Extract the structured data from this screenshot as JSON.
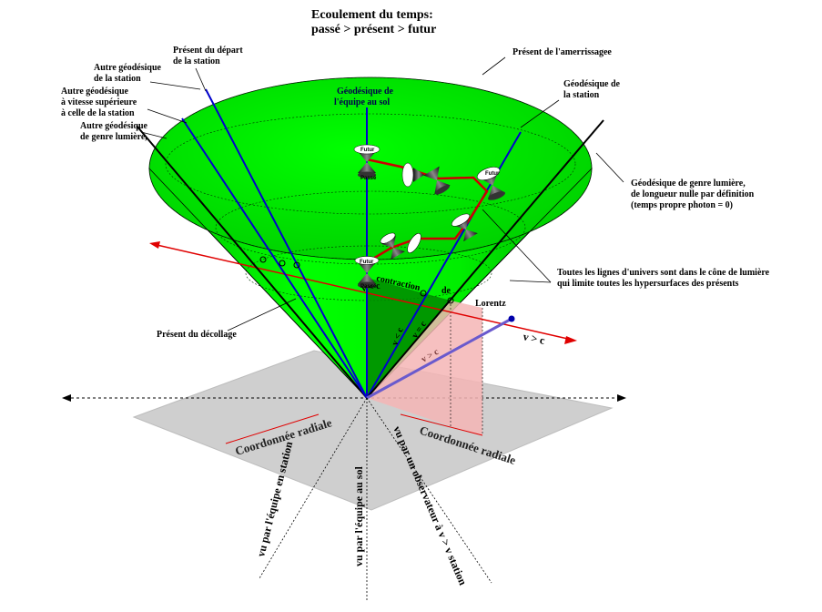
{
  "title": {
    "line1": "Ecoulement du temps:",
    "line2": "passé > présent > futur"
  },
  "labels": {
    "present_depart_l1": "Présent du départ",
    "present_depart_l2": "de la station",
    "present_amerrissage": "Présent de l'amerrissagee",
    "autre_geod_station_l1": "Autre géodésique",
    "autre_geod_station_l2": "de la station",
    "autre_geod_vitesse_l1": "Autre géodésique",
    "autre_geod_vitesse_l2": "à vitesse supérieure",
    "autre_geod_vitesse_l3": "à celle de la station",
    "autre_geod_lumiere_l1": "Autre géodésique",
    "autre_geod_lumiere_l2": "de genre lumière,",
    "geod_equipe_l1": "Géodésique de",
    "geod_equipe_l2": "l'équipe au sol",
    "geod_station_l1": "Géodésique de",
    "geod_station_l2": "la station",
    "geod_lumiere_l1": "Géodésique de genre lumière,",
    "geod_lumiere_l2": "de longueur nulle par définition",
    "geod_lumiere_l3": "(temps propre photon = 0)",
    "lignes_univers_l1": "Toutes les lignes d'univers sont dans le cône de lumière",
    "lignes_univers_l2": "qui limite toutes les hypersurfaces des présents",
    "present_decollage": "Présent du décollage",
    "contraction": "contraction",
    "de": "de",
    "lorentz": "Lorentz",
    "v_lt_c_1": "v < c",
    "v_lt_c_2": "v < c",
    "v_eq_c": "v = c",
    "v_gt_c_1": "v > c",
    "v_gt_c_2": "v > c",
    "coord_radiale_left": "Coordonnée radiale",
    "coord_radiale_right": "Coordonnée radiale",
    "vu_equipe_station": "vu par l'équipe en station",
    "vu_equipe_sol": "vu par l'équipe au sol",
    "vu_observateur": "vu par un observateur à v > v station",
    "futur": "Futur",
    "passe": "Passé"
  },
  "colors": {
    "cone_green": "#00ee00",
    "cone_edge": "#006600",
    "plane_grey": "#d0d0d0",
    "red_axis": "#e00000",
    "blue_line": "#0000cc",
    "pink_area": "#f5b0b0",
    "worldline": "#cc0000"
  }
}
